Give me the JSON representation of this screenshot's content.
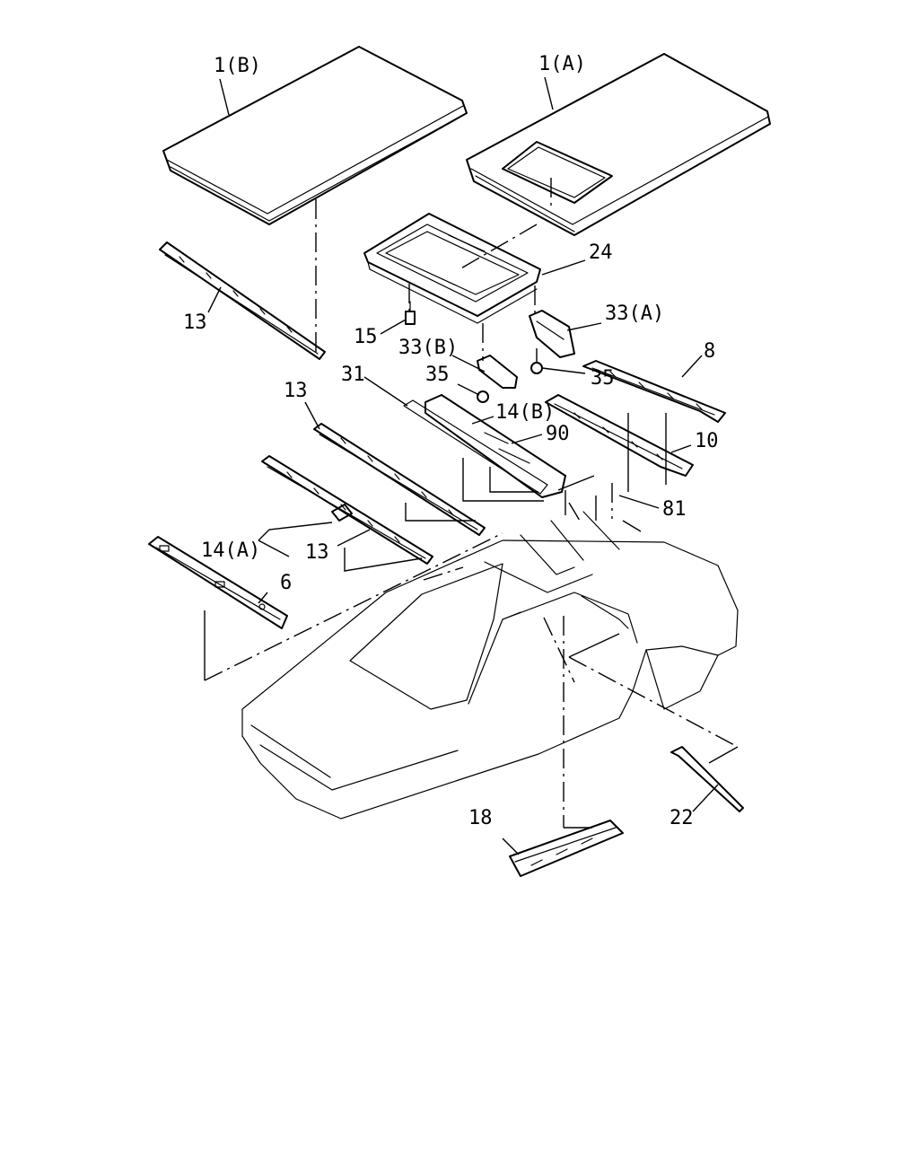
{
  "diagram": {
    "labels": {
      "roof_b": "1(B)",
      "roof_a": "1(A)",
      "p24": "24",
      "p13_top": "13",
      "p15": "15",
      "p33a": "33(A)",
      "p33b": "33(B)",
      "p35_left": "35",
      "p35_right": "35",
      "p8": "8",
      "p31": "31",
      "p13_mid": "13",
      "p14b": "14(B)",
      "p90": "90",
      "p10": "10",
      "p81": "81",
      "p14a": "14(A)",
      "p13_low": "13",
      "p6": "6",
      "p18": "18",
      "p22": "22"
    }
  }
}
